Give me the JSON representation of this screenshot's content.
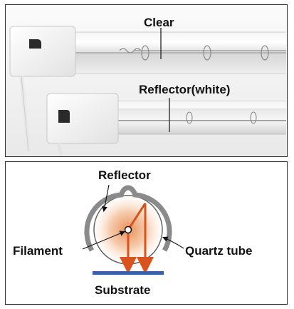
{
  "photo": {
    "label_clear": "Clear",
    "label_reflector_white": "Reflector(white)"
  },
  "diagram": {
    "label_reflector": "Reflector",
    "label_filament": "Filament",
    "label_quartz_tube": "Quartz tube",
    "label_substrate": "Substrate",
    "colors": {
      "reflector": "#8a8a8a",
      "ray": "#d9531e",
      "substrate": "#3a5fa8",
      "glow": "#f0a070"
    }
  }
}
